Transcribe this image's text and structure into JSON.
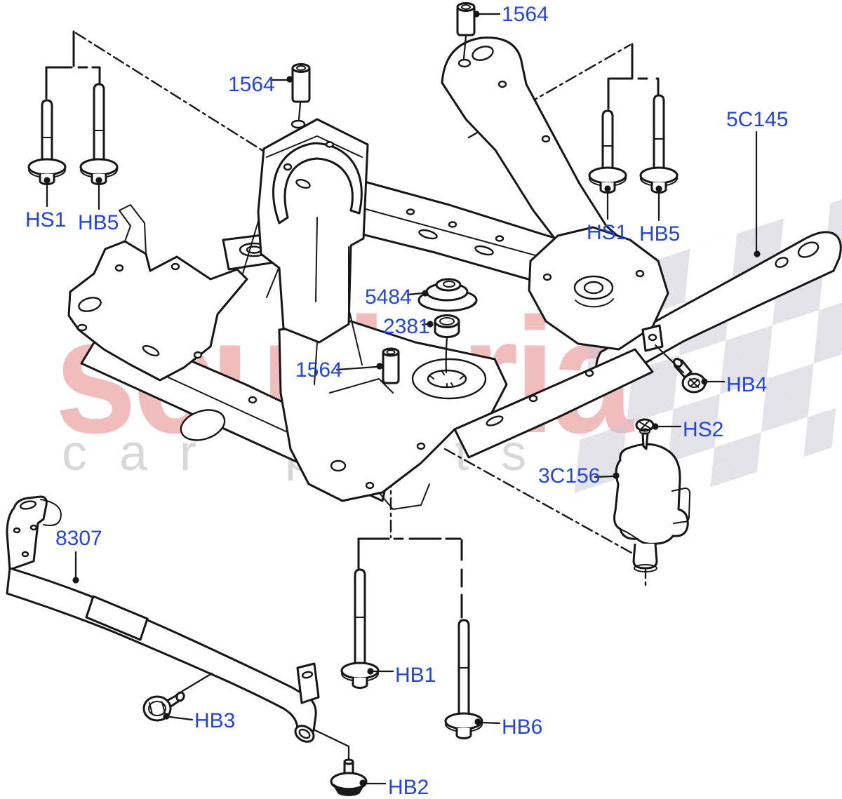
{
  "diagram": {
    "title_context": "front subframe exploded parts diagram",
    "callout_color": "#2244e0",
    "line_color": "#161616",
    "watermark": {
      "brand": "scuderia",
      "subtext": "car parts",
      "brand_color": "#f0bcbc",
      "subtext_color": "#d8d8d8"
    },
    "callouts": [
      {
        "id": "1564-top",
        "label": "1564"
      },
      {
        "id": "1564-upper-left",
        "label": "1564"
      },
      {
        "id": "hs1-left",
        "label": "HS1"
      },
      {
        "id": "hb5-left",
        "label": "HB5"
      },
      {
        "id": "hs1-right",
        "label": "HS1"
      },
      {
        "id": "hb5-right",
        "label": "HB5"
      },
      {
        "id": "5c145",
        "label": "5C145"
      },
      {
        "id": "5484",
        "label": "5484"
      },
      {
        "id": "2381",
        "label": "2381"
      },
      {
        "id": "1564-center",
        "label": "1564"
      },
      {
        "id": "hb4",
        "label": "HB4"
      },
      {
        "id": "hs2",
        "label": "HS2"
      },
      {
        "id": "3c156",
        "label": "3C156"
      },
      {
        "id": "8307",
        "label": "8307"
      },
      {
        "id": "hb1",
        "label": "HB1"
      },
      {
        "id": "hb6",
        "label": "HB6"
      },
      {
        "id": "hb3",
        "label": "HB3"
      },
      {
        "id": "hb2",
        "label": "HB2"
      }
    ]
  }
}
